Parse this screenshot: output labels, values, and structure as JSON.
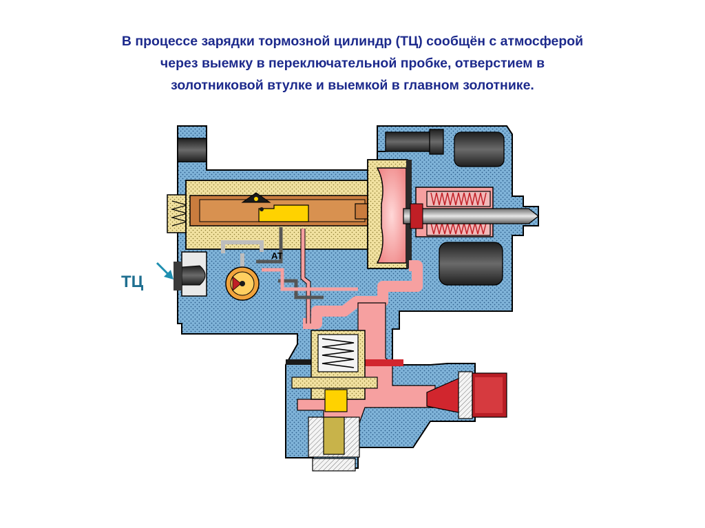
{
  "title": {
    "lines": [
      "В процессе зарядки тормозной цилиндр (ТЦ) сообщён с атмосферой",
      "через выемку в переключательной пробке, отверстием в",
      "золотниковой втулке и выемкой в главном золотнике."
    ]
  },
  "diagram": {
    "tc_label": "ТЦ",
    "at_label": "АТ"
  },
  "colors": {
    "title_text": "#1d2a8c",
    "tc_label": "#1f6f90",
    "body_metal": "#7fb3d8",
    "body_outline": "#000000",
    "yellow_sleeve": "#f1e1a0",
    "pressure_chamber": "#f6a0a0",
    "pressure_red": "#d1262e",
    "dark_metal": "#3c3c3c",
    "arrow": "#1f8fb0",
    "at_port": "#ffd200"
  }
}
